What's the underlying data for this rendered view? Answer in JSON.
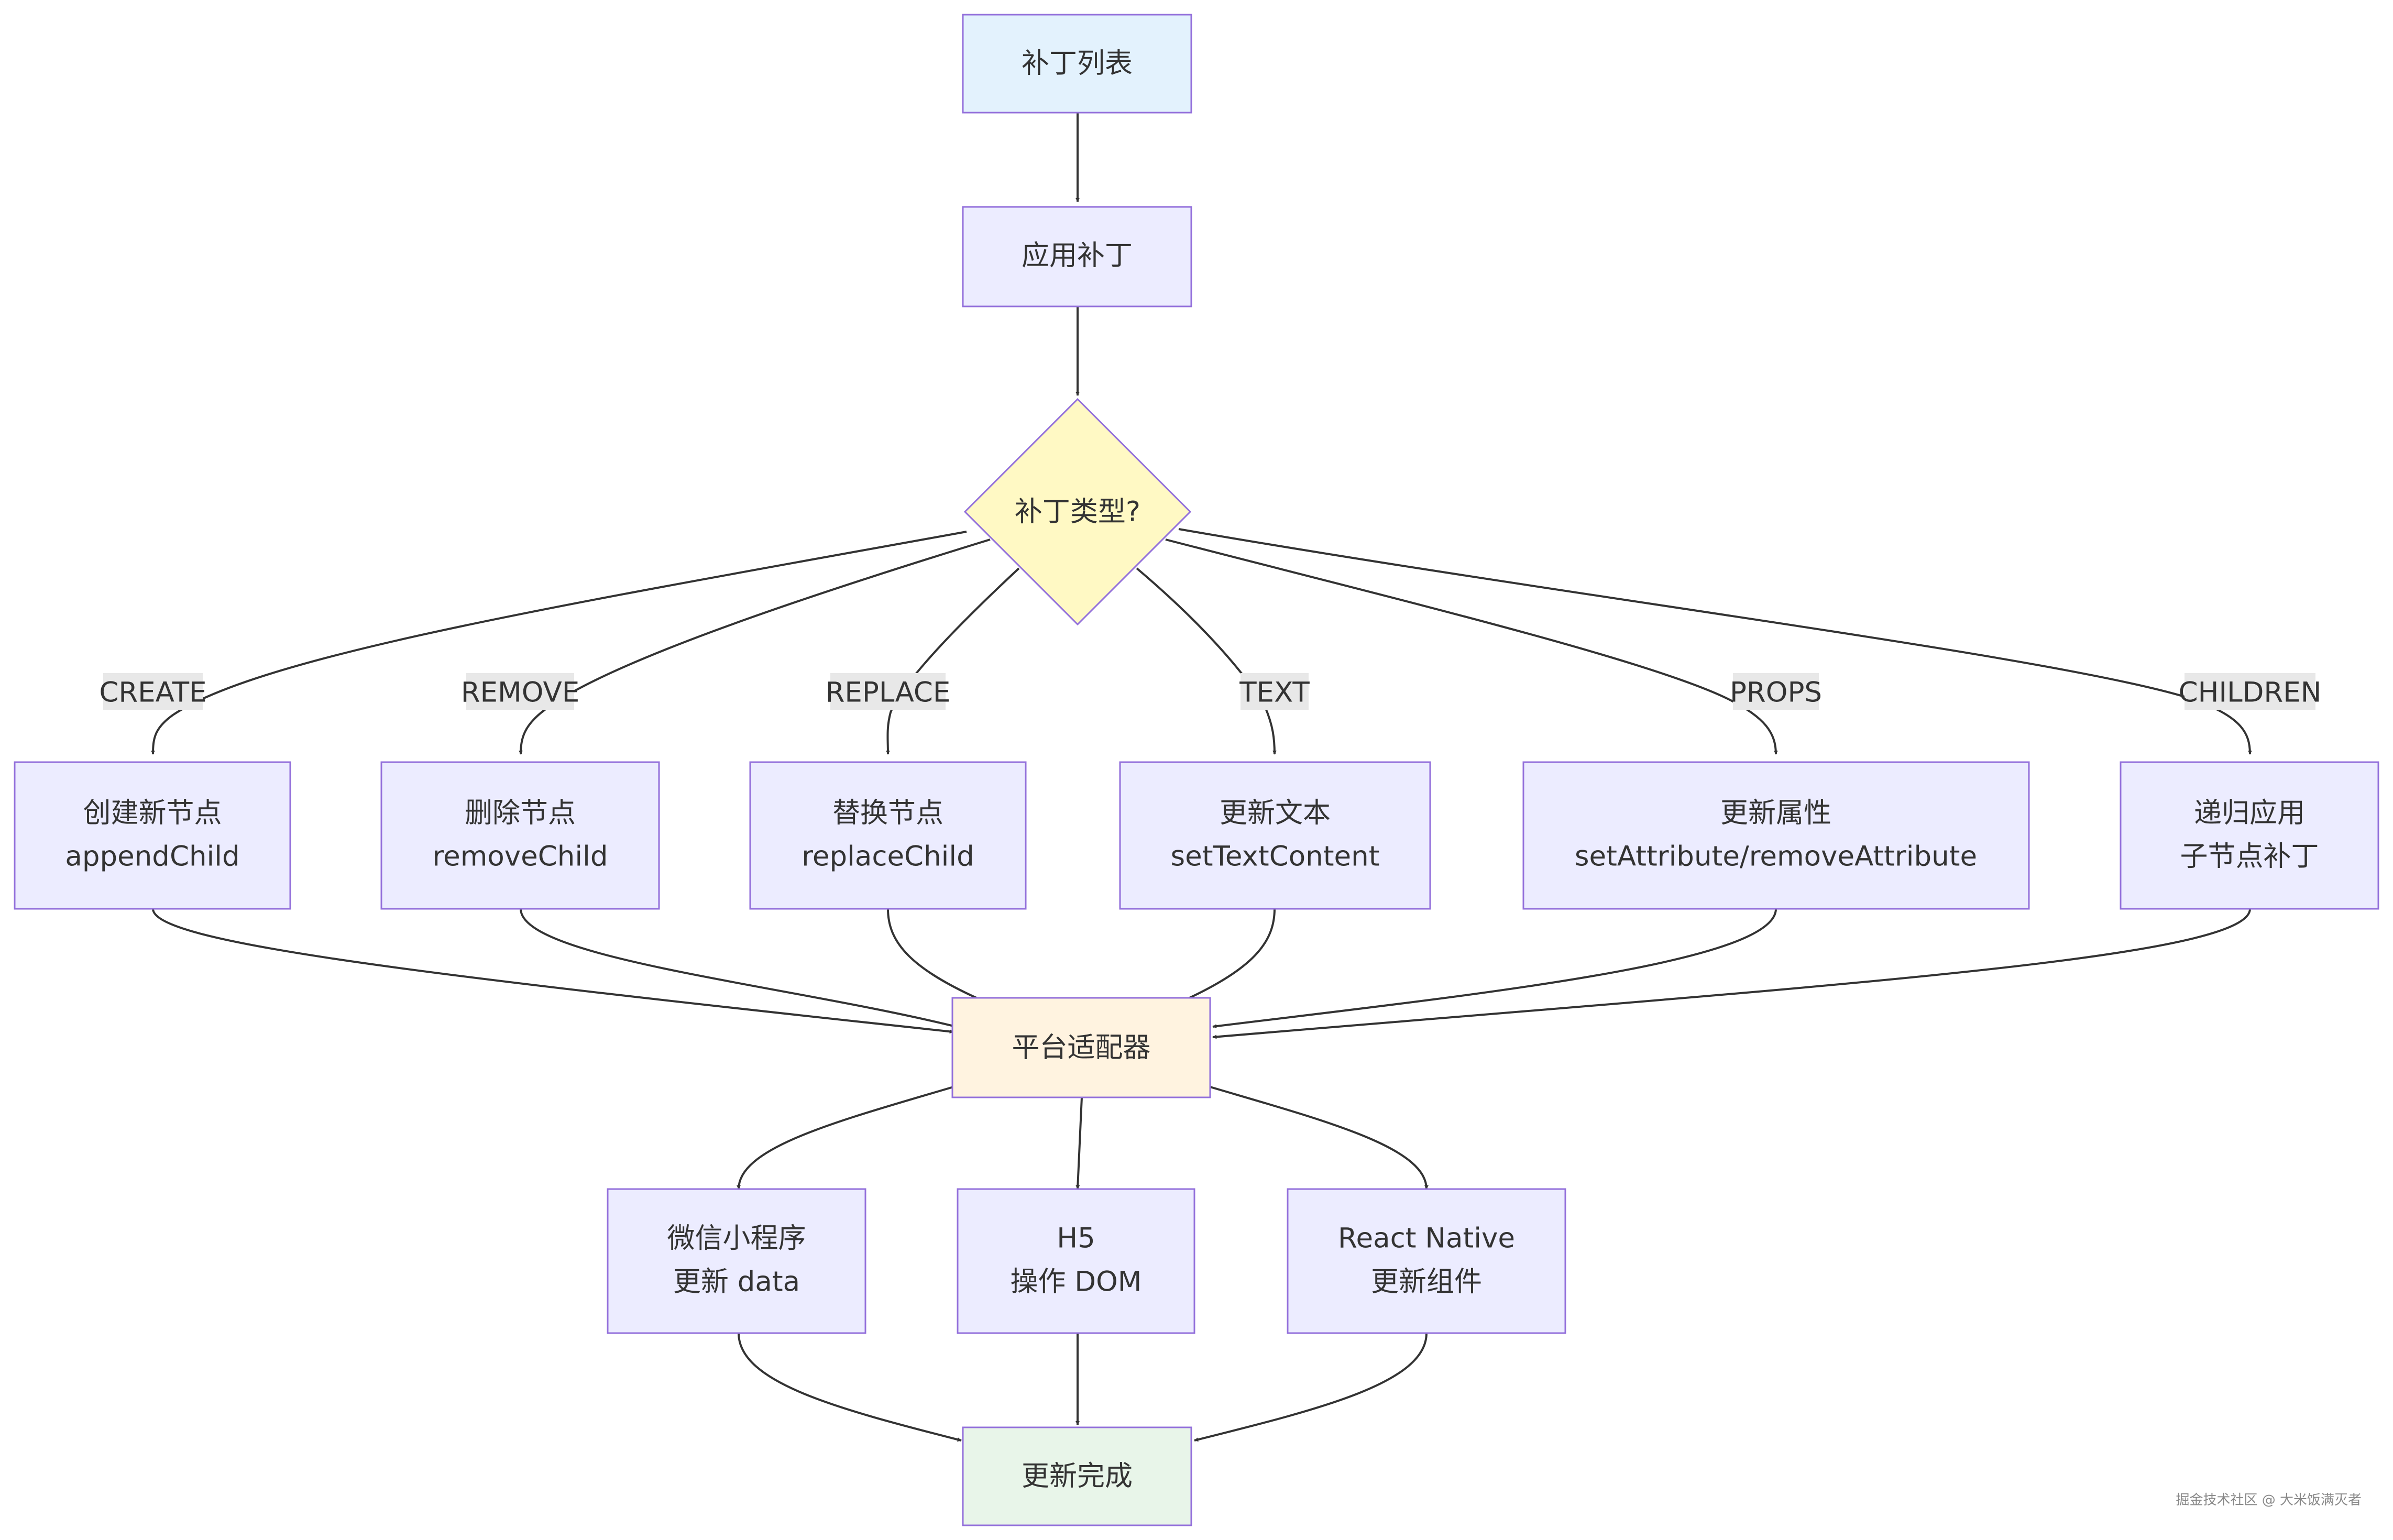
{
  "colors": {
    "default_fill": "#ececff",
    "start_fill": "#e3f2fd",
    "decision_fill": "#fff9c4",
    "adapter_fill": "#fff3e0",
    "end_fill": "#e8f5e9",
    "stroke": "#9370db",
    "edge": "#333333",
    "label_bg": "#e8e8e8"
  },
  "nodes": {
    "patch_list": [
      "补丁列表"
    ],
    "apply_patch": [
      "应用补丁"
    ],
    "patch_type": [
      "补丁类型?"
    ],
    "create_node": [
      "创建新节点",
      "appendChild"
    ],
    "remove_node": [
      "删除节点",
      "removeChild"
    ],
    "replace_node": [
      "替换节点",
      "replaceChild"
    ],
    "update_text": [
      "更新文本",
      "setTextContent"
    ],
    "update_props": [
      "更新属性",
      "setAttribute/removeAttribute"
    ],
    "recurse_children": [
      "递归应用",
      "子节点补丁"
    ],
    "platform_adapter": [
      "平台适配器"
    ],
    "wechat": [
      "微信小程序",
      "更新 data"
    ],
    "h5": [
      "H5",
      "操作 DOM"
    ],
    "react_native": [
      "React Native",
      "更新组件"
    ],
    "done": [
      "更新完成"
    ]
  },
  "edge_labels": {
    "create": "CREATE",
    "remove": "REMOVE",
    "replace": "REPLACE",
    "text": "TEXT",
    "props": "PROPS",
    "children": "CHILDREN"
  },
  "watermark": "掘金技术社区 @ 大米饭满灭者"
}
